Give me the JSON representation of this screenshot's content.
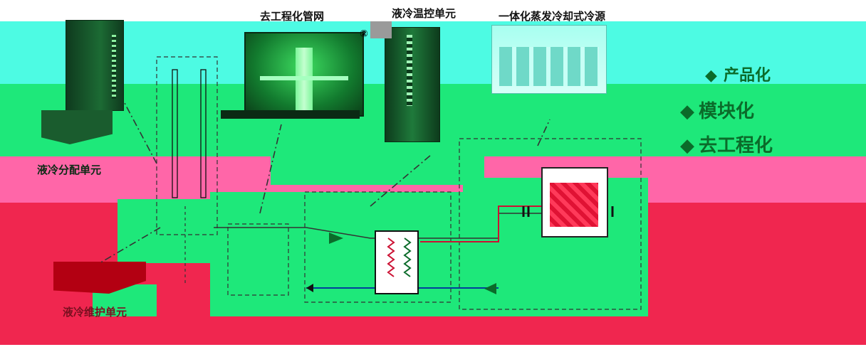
{
  "labels": {
    "de_engineering_pipe_network": "去工程化管网",
    "liquid_cooling_temp_control_unit": "液冷温控单元",
    "integrated_evaporative_cooling_source": "一体化蒸发冷却式冷源",
    "liquid_cooling_distribution_unit": "液冷分配单元",
    "liquid_cooling_maintenance_unit": "液冷维护单元",
    "callout_number": "②"
  },
  "features": [
    {
      "bullet": "◆",
      "text": "产品化"
    },
    {
      "bullet": "◆",
      "text": "模块化"
    },
    {
      "bullet": "◆",
      "text": "去工程化"
    }
  ],
  "colors": {
    "cyan_band": "#4dfbe3",
    "green_band": "#1ee87a",
    "pink_band": "#ff66a8",
    "red_band": "#f0264f",
    "dark_green_text": "#0b6b2a",
    "dashed_line": "#333333",
    "hot_pipe": "#cc1133",
    "cold_pipe": "#003f9c"
  }
}
